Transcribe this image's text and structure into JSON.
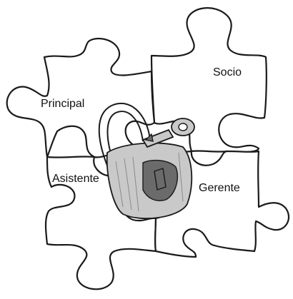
{
  "pieces": {
    "socio": "Socio",
    "principal": "Principal",
    "asistente": "Asistente",
    "gerente": "Gerente"
  },
  "colors": {
    "outline": "#1a1a1a",
    "piece_fill": "#ffffff",
    "lock_metal": "#c9c9c9",
    "lock_dark": "#6b6b6b"
  },
  "icons": {
    "center": "padlock-with-key-icon"
  }
}
